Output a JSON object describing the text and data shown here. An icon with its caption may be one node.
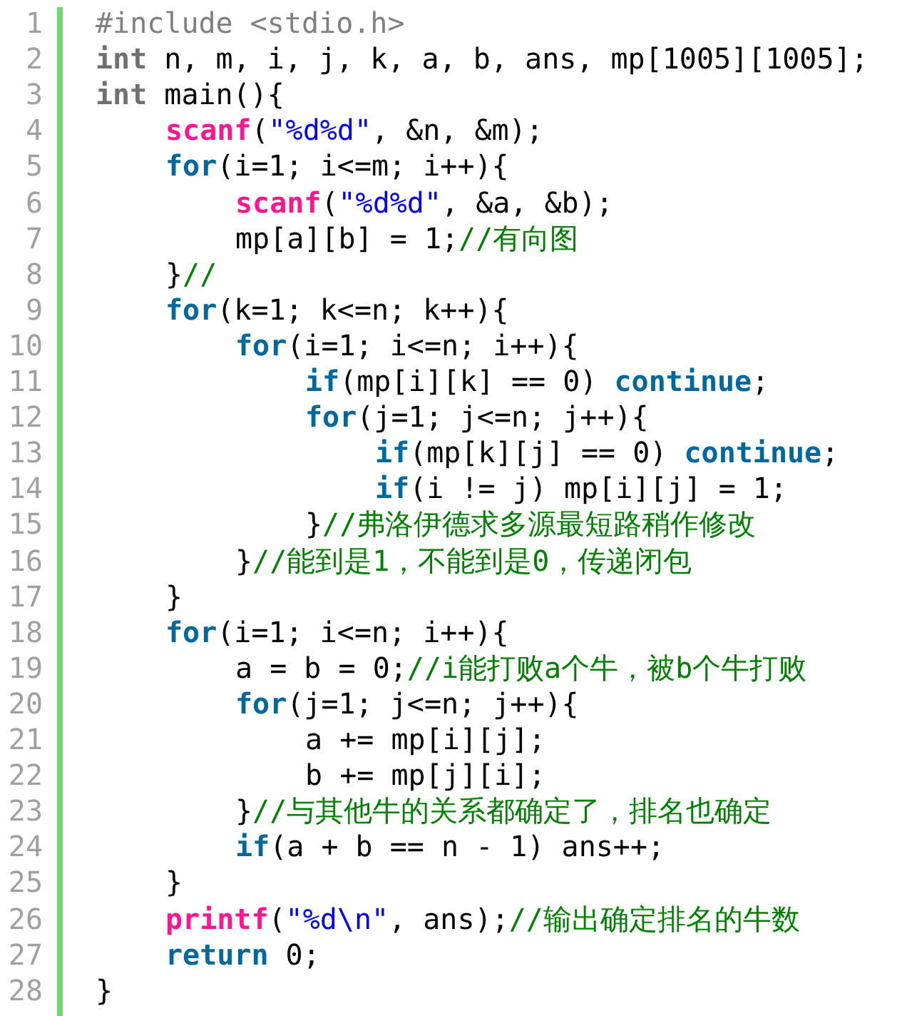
{
  "diagram": {
    "labels": [
      "1",
      "#include <stdio.h>",
      "2",
      "int n, m, i, j, k, a, b, ans, mp[1005][1005];",
      "3",
      "int main(){",
      "4",
      "scanf(\"%d%d\", &n, &m);",
      "5",
      "for(i=1; i<=m; i++){",
      "6",
      "scanf(\"%d%d\", &a, &b);",
      "7",
      "mp[a][b] = 1;//有向图",
      "8",
      "}//",
      "9",
      "for(k=1; k<=n; k++){",
      "10",
      "for(i=1; i<=n; i++){",
      "11",
      "if(mp[i][k] == 0) continue;",
      "12",
      "for(j=1; j<=n; j++){",
      "13",
      "if(mp[k][j] == 0) continue;",
      "14",
      "if(i != j) mp[i][j] = 1;",
      "15",
      "}//弗洛伊德求多源最短路稍作修改",
      "16",
      "}//能到是1，不能到是0，传递闭包",
      "17",
      "}",
      "18",
      "for(i=1; i<=n; i++){",
      "19",
      "a = b = 0;//i能打败a个牛，被b个牛打败",
      "20",
      "for(j=1; j<=n; j++){",
      "21",
      "a += mp[i][j];",
      "22",
      "b += mp[j][i];",
      "23",
      "}//与其他牛的关系都确定了，排名也确定",
      "24",
      "if(a + b == n - 1) ans++;",
      "25",
      "}",
      "26",
      "printf(\"%d\\n\", ans);//输出确定排名的牛数",
      "27",
      "return 0;",
      "28",
      "}"
    ]
  }
}
